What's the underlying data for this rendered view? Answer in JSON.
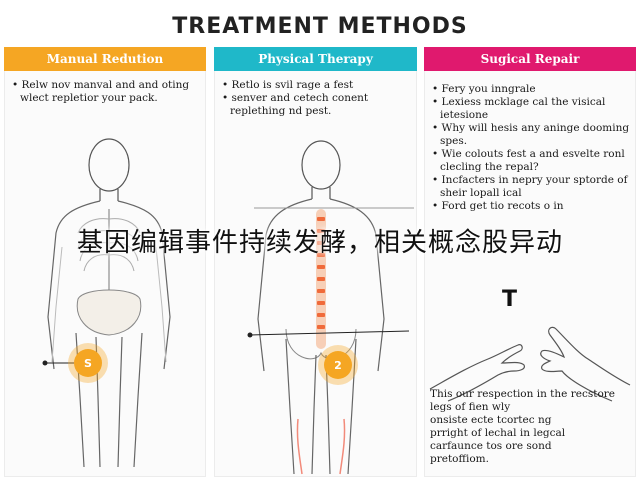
{
  "title": "TREATMENT METHODS",
  "columns": [
    {
      "header": "Manual Redution",
      "color": "#f5a623",
      "bullets": [
        "Relw nov manval and and oting wlect repletior your pack."
      ],
      "badge": "S"
    },
    {
      "header": "Physical Therapy",
      "color": "#1fb8c9",
      "bullets": [
        "Retlo is svil rage a fest",
        "senver and cetech conent replething nd pest."
      ],
      "badge": "2"
    },
    {
      "header": "Sugical Repair",
      "color": "#e0196e",
      "bullets": [
        "Fery you inngrale",
        "Lexiess mcklage cal the visical ietesione",
        "Why will hesis any aninge dooming spes.",
        "Wie colouts fest a and esvelte ronl clecling the repal?",
        "Incfacters in nepry your sptorde of sheir lopall ical",
        "Ford get tio recots o in"
      ],
      "badge": "T",
      "caption": [
        "This our respection in the recstore legs of fien wly",
        "onsiste ecte tcortec  ng",
        "prright of lechal in legcal",
        "carfaunce tos ore sond",
        "pretoffiom."
      ]
    }
  ],
  "overlay_text": "基因编辑事件持续发酵，相关概念股异动",
  "colors": {
    "accent_orange": "#f5a623",
    "accent_teal": "#1fb8c9",
    "accent_pink": "#e0196e",
    "highlight_red": "#f06a3a"
  }
}
